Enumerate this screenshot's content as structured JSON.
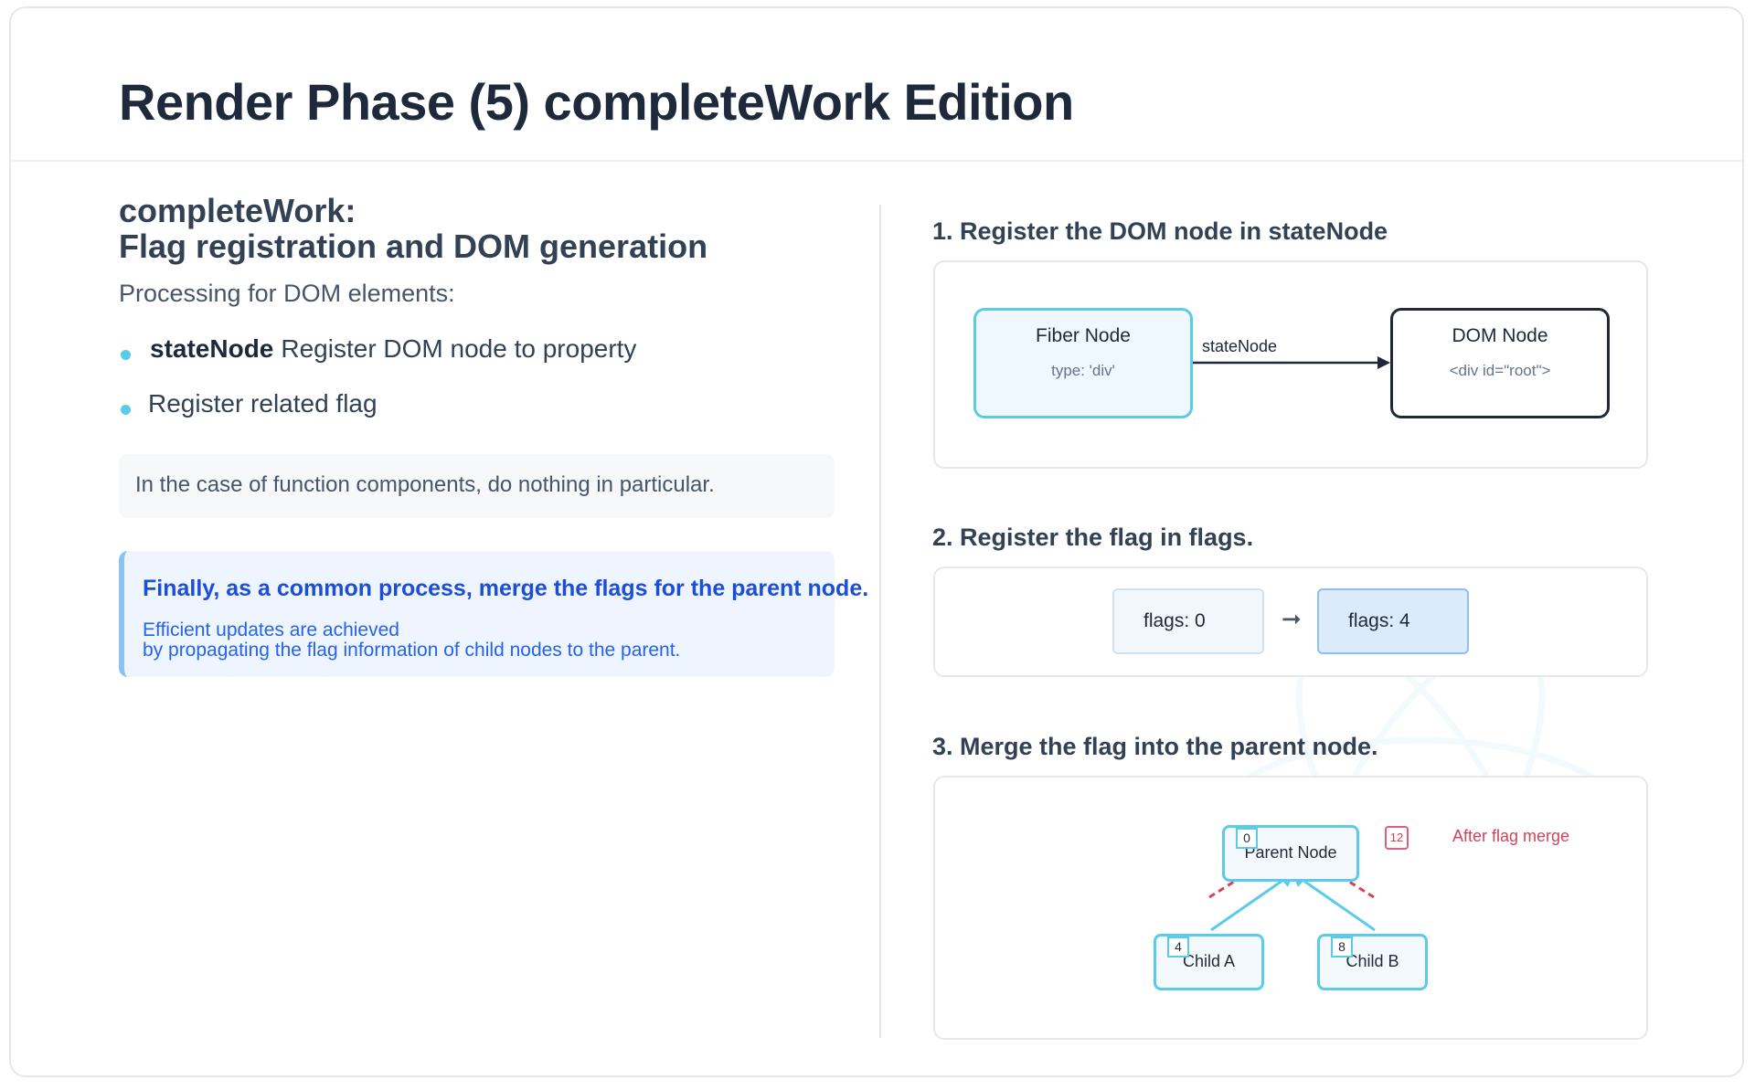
{
  "title": "Render Phase (5) completeWork Edition",
  "left": {
    "heading_line1": "completeWork:",
    "heading_line2": "Flag registration and DOM generation",
    "intro": "Processing for DOM elements:",
    "bullets": [
      {
        "keyword": "stateNode",
        "text": "Register DOM node to property"
      },
      {
        "text": "Register related flag"
      }
    ],
    "note": "In the case of function components, do nothing in particular.",
    "info": {
      "heading": "Finally, as a common process, merge the flags for the parent node.",
      "body_line1": "Efficient updates are achieved",
      "body_line2": "by propagating the flag information of child nodes to the parent."
    }
  },
  "steps": [
    {
      "title": "1. Register the DOM node in stateNode",
      "fiber_node": {
        "title": "Fiber Node",
        "sub": "type: 'div'"
      },
      "arrow_label": "stateNode",
      "dom_node": {
        "title": "DOM Node",
        "sub": "<div id=\"root\">"
      }
    },
    {
      "title": "2. Register the flag in flags.",
      "before": "flags: 0",
      "arrow": "➞",
      "after": "flags: 4"
    },
    {
      "title": "3. Merge the flag into the parent node.",
      "parent": {
        "label": "Parent Node",
        "flag": "0"
      },
      "child_a": {
        "label": "Child A",
        "flag": "4"
      },
      "child_b": {
        "label": "Child B",
        "flag": "8"
      },
      "merged_flag": "12",
      "merged_label": "After flag merge"
    }
  ],
  "icons": {
    "background": "react-logo-icon"
  },
  "colors": {
    "accent": "#5bcce8",
    "info_text": "#1d4ed8",
    "merge_highlight": "#d1435b"
  }
}
